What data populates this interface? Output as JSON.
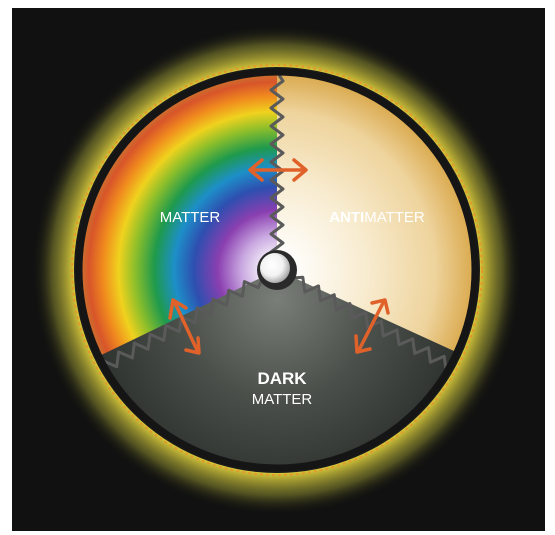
{
  "diagram": {
    "regions": {
      "matter": {
        "label": "MATTER"
      },
      "antimatter": {
        "label_bold": "ANTI",
        "label_regular": "MATTER"
      },
      "dark_matter": {
        "label_line1": "DARK",
        "label_line2": "MATTER"
      }
    },
    "colors": {
      "background": "#111111",
      "outer_glow": "#fff36a",
      "rim": "#1a1a1a",
      "antimatter_fill": "#ecd29a",
      "dark_matter_fill": "#3f4440",
      "boundary_wave": "#5a5a5a",
      "arrow": "#e0622a",
      "center_orb": "#ffffff"
    }
  }
}
